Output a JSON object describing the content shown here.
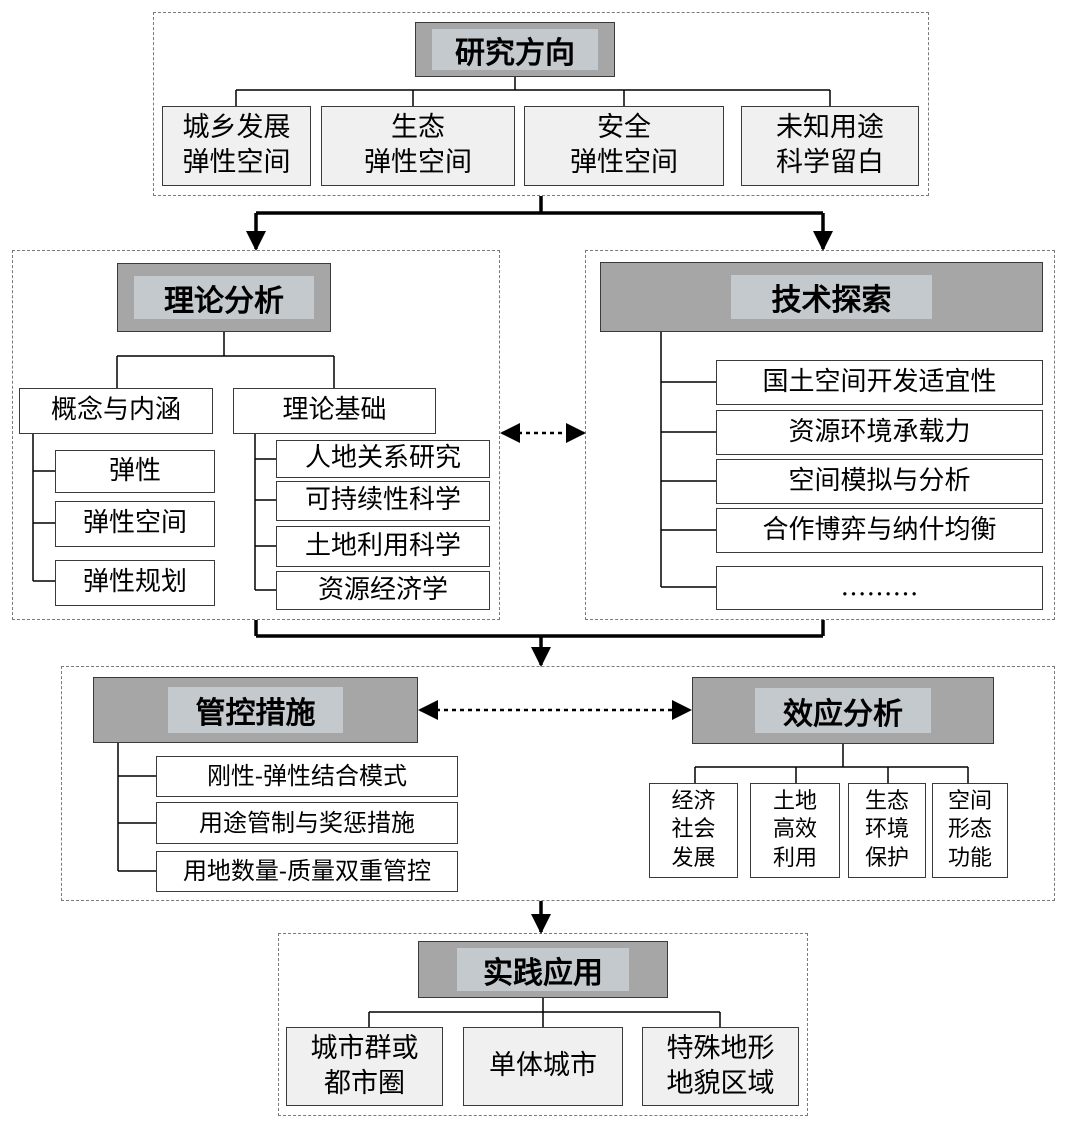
{
  "research": {
    "title": "研究方向",
    "items": [
      "城乡发展\n弹性空间",
      "生态\n弹性空间",
      "安全\n弹性空间",
      "未知用途\n科学留白"
    ]
  },
  "theory": {
    "title": "理论分析",
    "concept": {
      "label": "概念与内涵",
      "items": [
        "弹性",
        "弹性空间",
        "弹性规划"
      ]
    },
    "foundation": {
      "label": "理论基础",
      "items": [
        "人地关系研究",
        "可持续性科学",
        "土地利用科学",
        "资源经济学"
      ]
    }
  },
  "tech": {
    "title": "技术探索",
    "items": [
      "国土空间开发适宜性",
      "资源环境承载力",
      "空间模拟与分析",
      "合作博弈与纳什均衡",
      "………"
    ]
  },
  "control": {
    "title": "管控措施",
    "items": [
      "刚性-弹性结合模式",
      "用途管制与奖惩措施",
      "用地数量-质量双重管控"
    ]
  },
  "effect": {
    "title": "效应分析",
    "items": [
      "经济\n社会\n发展",
      "土地\n高效\n利用",
      "生态\n环境\n保护",
      "空间\n形态\n功能"
    ]
  },
  "practice": {
    "title": "实践应用",
    "items": [
      "城市群或\n都市圈",
      "单体城市",
      "特殊地形\n地貌区域"
    ]
  }
}
